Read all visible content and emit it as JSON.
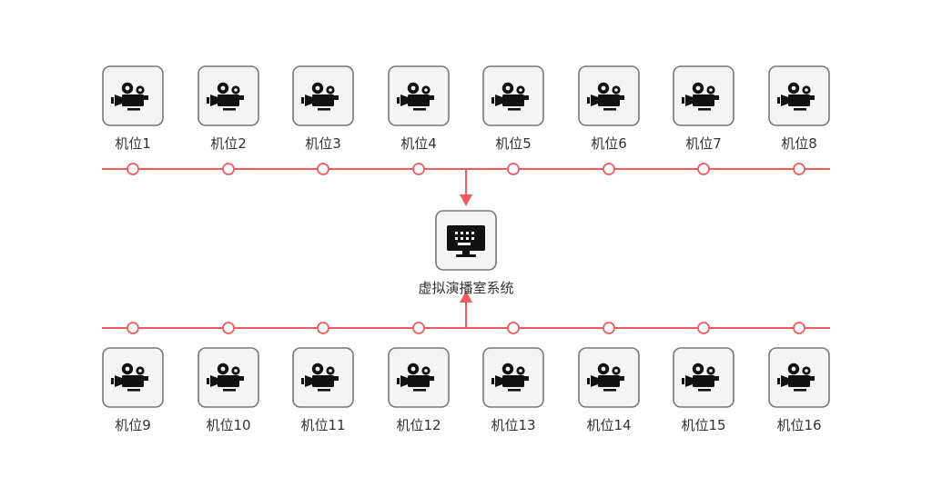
{
  "hub": {
    "label": "虚拟演播室系统",
    "icon": "monitor-icon"
  },
  "cameras_top": [
    {
      "label": "机位1",
      "icon": "video-camera-icon"
    },
    {
      "label": "机位2",
      "icon": "video-camera-icon"
    },
    {
      "label": "机位3",
      "icon": "video-camera-icon"
    },
    {
      "label": "机位4",
      "icon": "video-camera-icon"
    },
    {
      "label": "机位5",
      "icon": "video-camera-icon"
    },
    {
      "label": "机位6",
      "icon": "video-camera-icon"
    },
    {
      "label": "机位7",
      "icon": "video-camera-icon"
    },
    {
      "label": "机位8",
      "icon": "video-camera-icon"
    }
  ],
  "cameras_bottom": [
    {
      "label": "机位9",
      "icon": "video-camera-icon"
    },
    {
      "label": "机位10",
      "icon": "video-camera-icon"
    },
    {
      "label": "机位11",
      "icon": "video-camera-icon"
    },
    {
      "label": "机位12",
      "icon": "video-camera-icon"
    },
    {
      "label": "机位13",
      "icon": "video-camera-icon"
    },
    {
      "label": "机位14",
      "icon": "video-camera-icon"
    },
    {
      "label": "机位15",
      "icon": "video-camera-icon"
    },
    {
      "label": "机位16",
      "icon": "video-camera-icon"
    }
  ],
  "colors": {
    "line": "#f25a5f",
    "node_fill": "#ffffff",
    "box_fill": "#f4f4f4",
    "box_stroke": "#777777",
    "icon": "#111111",
    "text": "#333333"
  }
}
